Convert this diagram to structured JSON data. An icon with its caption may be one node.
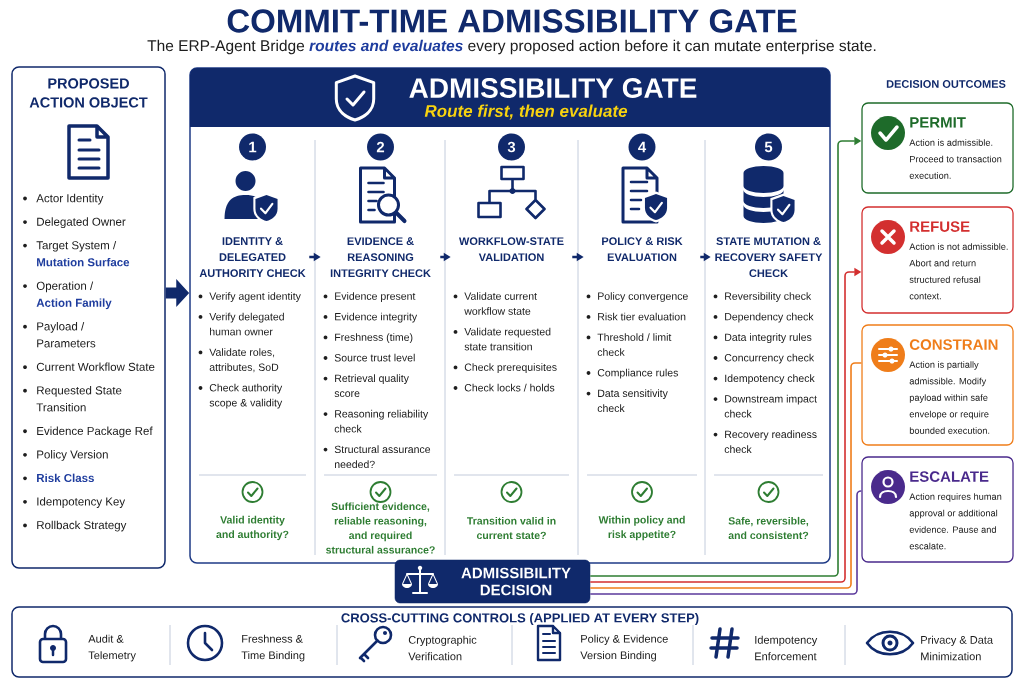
{
  "diagram": {
    "title": "COMMIT-TIME ADMISSIBILITY GATE",
    "nodes": [
      {
        "text": [
          "PROPOSED ACTION OBJECT",
          "Actor Identity",
          "Delegated Owner",
          "Target System / **Mutation Surface**",
          "Operation / **Action Family**",
          "Payload / Parameters",
          "Current Workflow State",
          "Requested State Transition",
          "Evidence Package Ref",
          "Policy Version",
          "Risk Class",
          "Idempotency Key",
          "Rollback Strategy"
        ]
      },
      {
        "text": [
          "ADMISSIBILITY GATE",
          "Route first, then evaluate"
        ]
      },
      {
        "text": [
          "IDENTITY & DELEGATED AUTHORITY CHECK",
          "Verify agent identity",
          "Verify delegated human owner",
          "Validate roles, attributes, SoD",
          "Check authority scope & validity",
          "Valid identity and authority?"
        ],
        "in": 1
      },
      {
        "text": [
          "1"
        ],
        "in": 1
      },
      {
        "text": [
          "EVIDENCE & REASONING INTEGRITY CHECK",
          "Evidence present",
          "Evidence integrity",
          "Freshness (time)",
          "Source trust level",
          "Retrieval quality score",
          "Reasoning reliability check",
          "Structural assurance needed?",
          "Sufficient evidence, reliable reasoning, and required structural assurance?"
        ],
        "in": 1
      },
      {
        "text": [
          "2"
        ],
        "in": 1
      },
      {
        "text": [
          "WORKFLOW-STATE VALIDATION",
          "Validate current workflow state",
          "Validate requested state transition",
          "Check prerequisites",
          "Check locks / holds",
          "Transition valid in current state?"
        ],
        "in": 1
      },
      {
        "text": [
          "3"
        ],
        "in": 1
      },
      {
        "text": [
          "POLICY & RISK EVALUATION",
          "Policy convergence",
          "Risk tier evaluation",
          "Threshold / limit check",
          "Compliance rules",
          "Data sensitivity check",
          "Within policy and risk appetite?"
        ],
        "in": 1
      },
      {
        "text": [
          "4"
        ],
        "in": 1
      },
      {
        "text": [
          "STATE MUTATION & RECOVERY SAFETY CHECK",
          "Reversibility check",
          "Dependency check",
          "Data integrity rules",
          "Concurrency check",
          "Idempotency check",
          "Downstream impact check",
          "Recovery readiness check",
          "Safe, reversible, and consistent?"
        ],
        "in": 1
      },
      {
        "text": [
          "5"
        ],
        "in": 1
      },
      {
        "text": [
          "ADMISSIBILITY DECISION"
        ]
      },
      {
        "text": [
          "PERMIT",
          "Action is admissible. Proceed to transaction execution."
        ]
      },
      {
        "text": [
          "REFUSE",
          "Action is not admissible. Abort and return structured refusal context."
        ]
      },
      {
        "text": [
          "CONSTRAIN",
          "Action is partially admissible. Modify payload within safe envelope or require bounded execution."
        ]
      },
      {
        "text": [
          "ESCALATE",
          "Action requires human approval or additional evidence. Pause and escalate."
        ]
      },
      {
        "text": [
          "CROSS-CUTTING CONTROLS (APPLIED AT EVERY STEP)",
          "Audit & Telemetry",
          "Freshness & Time Binding",
          "Cryptographic Verification",
          "Policy & Evidence Version Binding",
          "Idempotency Enforcement",
          "Privacy & Data Minimization"
        ]
      }
    ],
    "edges": [
      {
        "from": 0,
        "to": 1,
        "arrow": "to",
        "style": "thick"
      },
      {
        "from": 2,
        "to": 4,
        "arrow": "to"
      },
      {
        "from": 4,
        "to": 6,
        "arrow": "to"
      },
      {
        "from": 6,
        "to": 8,
        "arrow": "to"
      },
      {
        "from": 8,
        "to": 10,
        "arrow": "to"
      },
      {
        "from": 12,
        "to": 13,
        "arrow": "to",
        "color": "#2e7d32"
      },
      {
        "from": 12,
        "to": 14,
        "arrow": "to",
        "color": "#d32f2f"
      },
      {
        "from": 12,
        "to": 15,
        "arrow": "none",
        "color": "#ef7d1a"
      },
      {
        "from": 12,
        "to": 16,
        "arrow": "none",
        "color": "#5b3a9c"
      }
    ],
    "labels": [
      "The ERP-Agent Bridge *routes and evaluates* every proposed action before it can mutate enterprise state.",
      "DECISION OUTCOMES"
    ]
  }
}
